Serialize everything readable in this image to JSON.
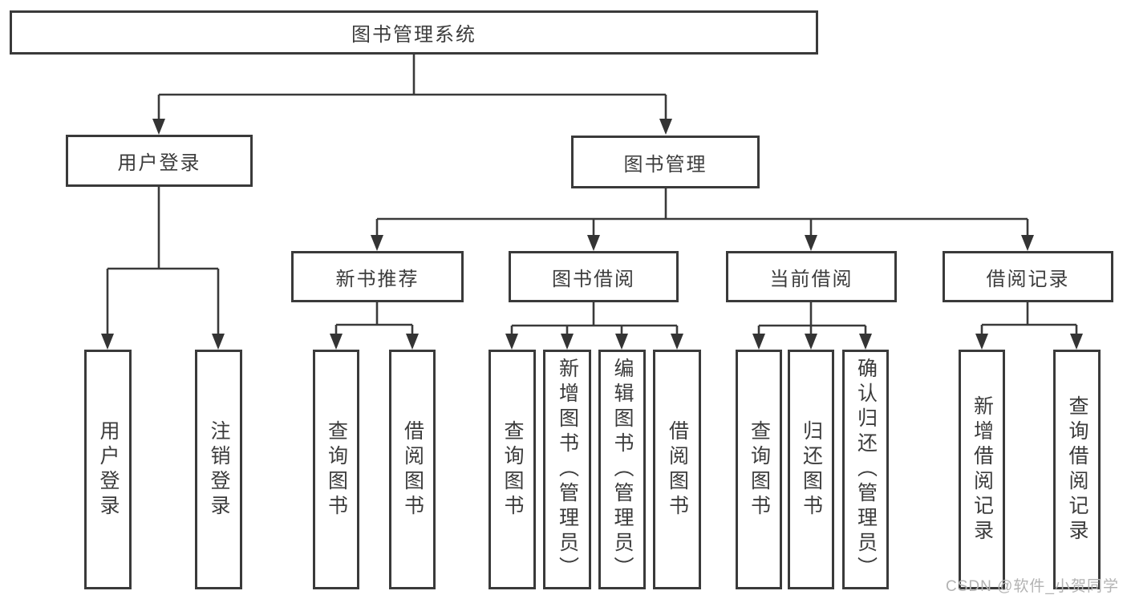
{
  "tree": {
    "label": "图书管理系统",
    "children": [
      {
        "label": "用户登录",
        "children": [
          {
            "label": "用户登录"
          },
          {
            "label": "注销登录"
          }
        ]
      },
      {
        "label": "图书管理",
        "children": [
          {
            "label": "新书推荐",
            "children": [
              {
                "label": "查询图书"
              },
              {
                "label": "借阅图书"
              }
            ]
          },
          {
            "label": "图书借阅",
            "children": [
              {
                "label": "查询图书"
              },
              {
                "label": "新增图书（管理员）"
              },
              {
                "label": "编辑图书（管理员）"
              },
              {
                "label": "借阅图书"
              }
            ]
          },
          {
            "label": "当前借阅",
            "children": [
              {
                "label": "查询图书"
              },
              {
                "label": "归还图书"
              },
              {
                "label": "确认归还（管理员）"
              }
            ]
          },
          {
            "label": "借阅记录",
            "children": [
              {
                "label": "新增借阅记录"
              },
              {
                "label": "查询借阅记录"
              }
            ]
          }
        ]
      }
    ]
  },
  "watermark": {
    "text": "CSDN @软件_小贺同学"
  },
  "colors": {
    "line": "#3a3a3a",
    "box_border": "#3a3a3a",
    "box_fill": "#ffffff",
    "text": "#3c3c3c",
    "background": "#ffffff",
    "watermark": "#b3b3b3"
  }
}
